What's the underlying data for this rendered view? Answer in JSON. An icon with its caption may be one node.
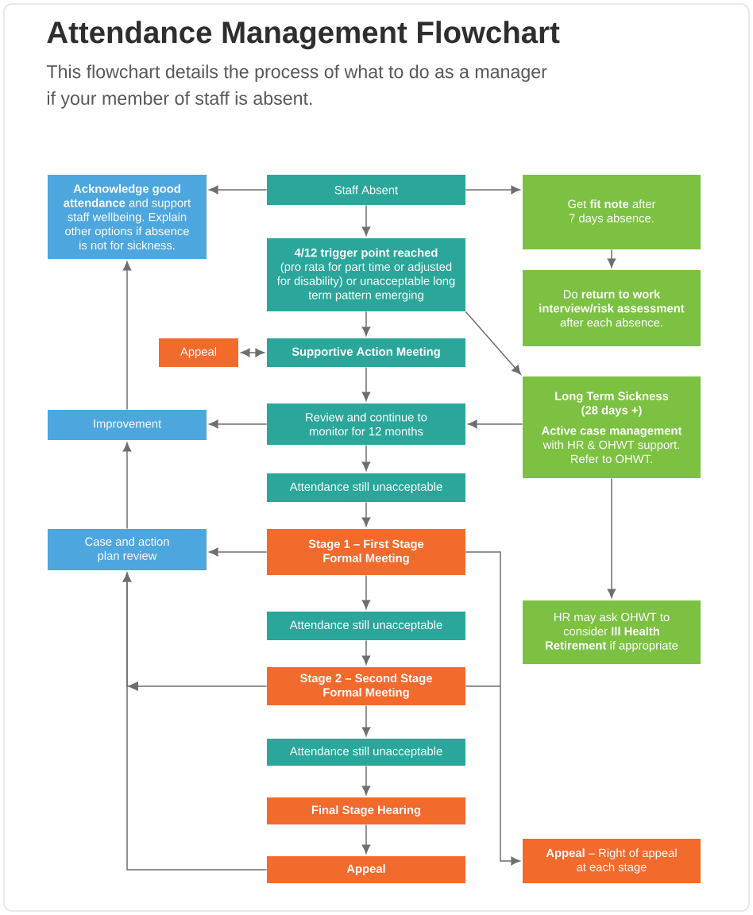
{
  "diagram": {
    "title": "Attendance Management Flowchart",
    "nodes": [
      {
        "text": [
          "**Acknowledge good attendance** and support staff wellbeing. Explain other options if absence is not for sickness."
        ]
      },
      {
        "text": [
          "Staff Absent"
        ]
      },
      {
        "text": [
          "Get **fit note** after 7 days absence."
        ]
      },
      {
        "text": [
          "4/12 trigger point reached",
          "(pro rata for part time or adjusted for disability) or unacceptable long term pattern emerging"
        ]
      },
      {
        "text": [
          "Do **return to work interview/risk assessment** after each absence."
        ]
      },
      {
        "text": [
          "Appeal"
        ]
      },
      {
        "text": [
          "Supportive Action Meeting"
        ]
      },
      {
        "text": [
          "Long Term Sickness (28 days +)",
          "**Active case management** with HR & OHWT support. Refer to OHWT."
        ]
      },
      {
        "text": [
          "Improvement"
        ]
      },
      {
        "text": [
          "Review and continue to monitor for 12 months"
        ]
      },
      {
        "text": [
          "Attendance still unacceptable"
        ]
      },
      {
        "text": [
          "Case and action plan review"
        ]
      },
      {
        "text": [
          "Stage 1 – First Stage Formal Meeting"
        ]
      },
      {
        "text": [
          "Attendance still unacceptable"
        ]
      },
      {
        "text": [
          "HR may ask OHWT to consider **Ill Health Retirement** if appropriate"
        ]
      },
      {
        "text": [
          "Stage 2 – Second Stage Formal Meeting"
        ]
      },
      {
        "text": [
          "Attendance still unacceptable"
        ]
      },
      {
        "text": [
          "Final Stage Hearing"
        ]
      },
      {
        "text": [
          "Appeal"
        ]
      },
      {
        "text": [
          "**Appeal** – Right of appeal at each stage"
        ]
      }
    ],
    "edges": [
      {
        "from": 1,
        "to": 0,
        "arrow": "to"
      },
      {
        "from": 1,
        "to": 2,
        "arrow": "to"
      },
      {
        "from": 1,
        "to": 3,
        "arrow": "to"
      },
      {
        "from": 2,
        "to": 4,
        "arrow": "to"
      },
      {
        "from": 3,
        "to": 6,
        "arrow": "to"
      },
      {
        "from": 3,
        "to": 7,
        "arrow": "to"
      },
      {
        "from": 6,
        "to": 5,
        "arrow": "both"
      },
      {
        "from": 6,
        "to": 9,
        "arrow": "to"
      },
      {
        "from": 7,
        "to": 9,
        "arrow": "to"
      },
      {
        "from": 9,
        "to": 8,
        "arrow": "to"
      },
      {
        "from": 9,
        "to": 10,
        "arrow": "to"
      },
      {
        "from": 10,
        "to": 12,
        "arrow": "to"
      },
      {
        "from": 7,
        "to": 14,
        "arrow": "to"
      },
      {
        "from": 12,
        "to": 11,
        "arrow": "to"
      },
      {
        "from": 12,
        "to": 13,
        "arrow": "to"
      },
      {
        "from": 12,
        "to": 19,
        "arrow": "to"
      },
      {
        "from": 13,
        "to": 15,
        "arrow": "to"
      },
      {
        "from": 15,
        "to": 11,
        "arrow": "to"
      },
      {
        "from": 15,
        "to": 16,
        "arrow": "to"
      },
      {
        "from": 15,
        "to": 19,
        "arrow": "to"
      },
      {
        "from": 16,
        "to": 17,
        "arrow": "to"
      },
      {
        "from": 17,
        "to": 18,
        "arrow": "to"
      },
      {
        "from": 18,
        "to": 11,
        "arrow": "to"
      },
      {
        "from": 11,
        "to": 8,
        "arrow": "to"
      },
      {
        "from": 8,
        "to": 0,
        "arrow": "to"
      }
    ],
    "labels": [
      "This flowchart details the process of what to do as a manager if your member of staff is absent."
    ]
  }
}
